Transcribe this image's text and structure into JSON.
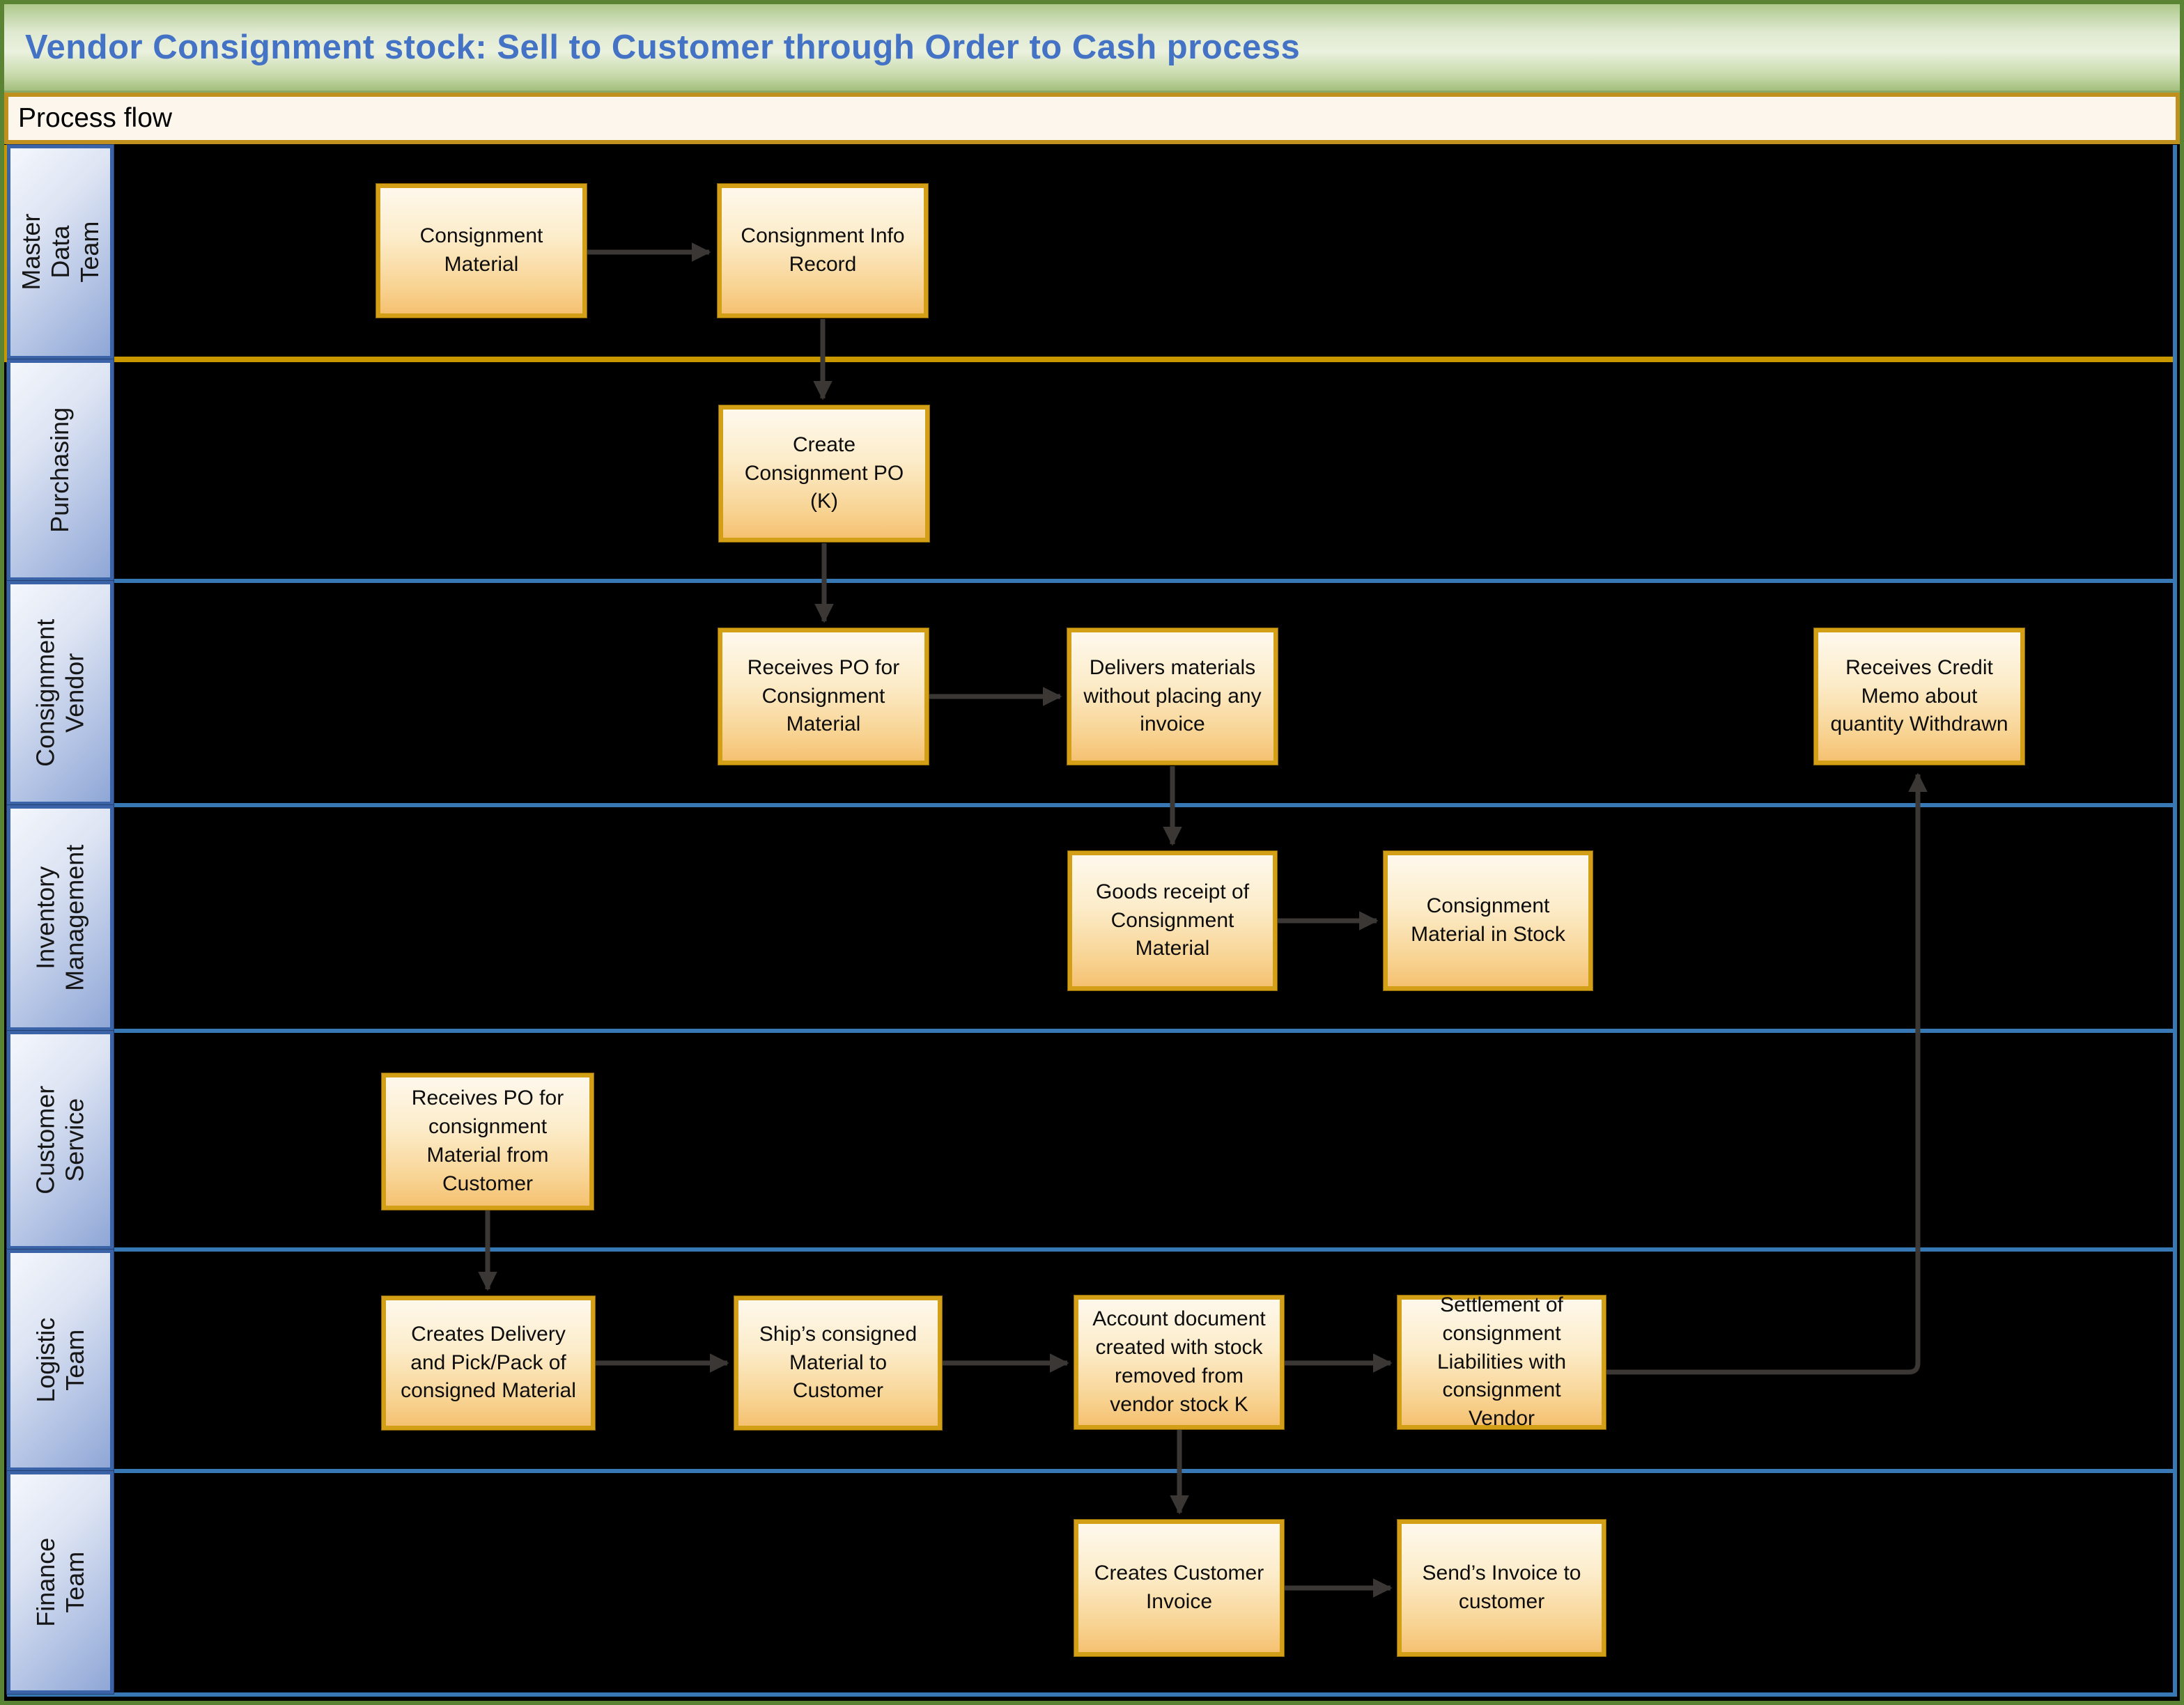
{
  "title": "Vendor Consignment stock: Sell to Customer through Order to Cash process",
  "section_label": "Process flow",
  "lanes": [
    {
      "label": "Master Data Team"
    },
    {
      "label": "Purchasing"
    },
    {
      "label": "Consignment Vendor"
    },
    {
      "label": "Inventory Management"
    },
    {
      "label": "Customer Service"
    },
    {
      "label": "Logistic Team"
    },
    {
      "label": "Finance Team"
    }
  ],
  "nodes": {
    "consignment_material": {
      "label": "Consignment Material",
      "lane": "Master Data Team"
    },
    "consignment_info_record": {
      "label": "Consignment Info Record",
      "lane": "Master Data Team"
    },
    "create_consignment_po": {
      "label": "Create Consignment PO (K)",
      "lane": "Purchasing"
    },
    "receives_po_vendor": {
      "label": "Receives PO for Consignment Material",
      "lane": "Consignment Vendor"
    },
    "delivers_materials": {
      "label": "Delivers materials without placing any invoice",
      "lane": "Consignment Vendor"
    },
    "receives_credit_memo": {
      "label": "Receives Credit Memo about quantity Withdrawn",
      "lane": "Consignment Vendor"
    },
    "goods_receipt": {
      "label": "Goods receipt of Consignment Material",
      "lane": "Inventory Management"
    },
    "consignment_material_in_stock": {
      "label": "Consignment Material in Stock",
      "lane": "Inventory Management"
    },
    "receives_po_customer": {
      "label": "Receives PO for consignment Material from Customer",
      "lane": "Customer Service"
    },
    "creates_delivery": {
      "label": "Creates Delivery and Pick/Pack of consigned Material",
      "lane": "Logistic Team"
    },
    "ships_consigned_material": {
      "label": "Ship’s consigned Material to Customer",
      "lane": "Logistic Team"
    },
    "account_document": {
      "label": "Account document created with stock removed from vendor stock K",
      "lane": "Logistic Team"
    },
    "settlement_liabilities": {
      "label": "Settlement of consignment Liabilities with consignment Vendor",
      "lane": "Logistic Team"
    },
    "creates_customer_invoice": {
      "label": "Creates Customer Invoice",
      "lane": "Finance Team"
    },
    "sends_invoice": {
      "label": "Send’s Invoice to customer",
      "lane": "Finance Team"
    }
  },
  "colors": {
    "canvas_bg": "#000000",
    "frame_green": "#5A8433",
    "title_text_blue": "#4472C4",
    "title_band_green": "#C8DAAB",
    "process_bar_bg": "#FDF6EC",
    "gold_accent": "#C99700",
    "lane_separator_blue": "#3878B4",
    "lane_label_fill": "#8FA7D6",
    "lane_label_border": "#3A63A8",
    "node_fill_top": "#FEF8EC",
    "node_fill_bottom": "#F5C171",
    "node_border": "#D29F17",
    "arrow": "#3B3735"
  }
}
